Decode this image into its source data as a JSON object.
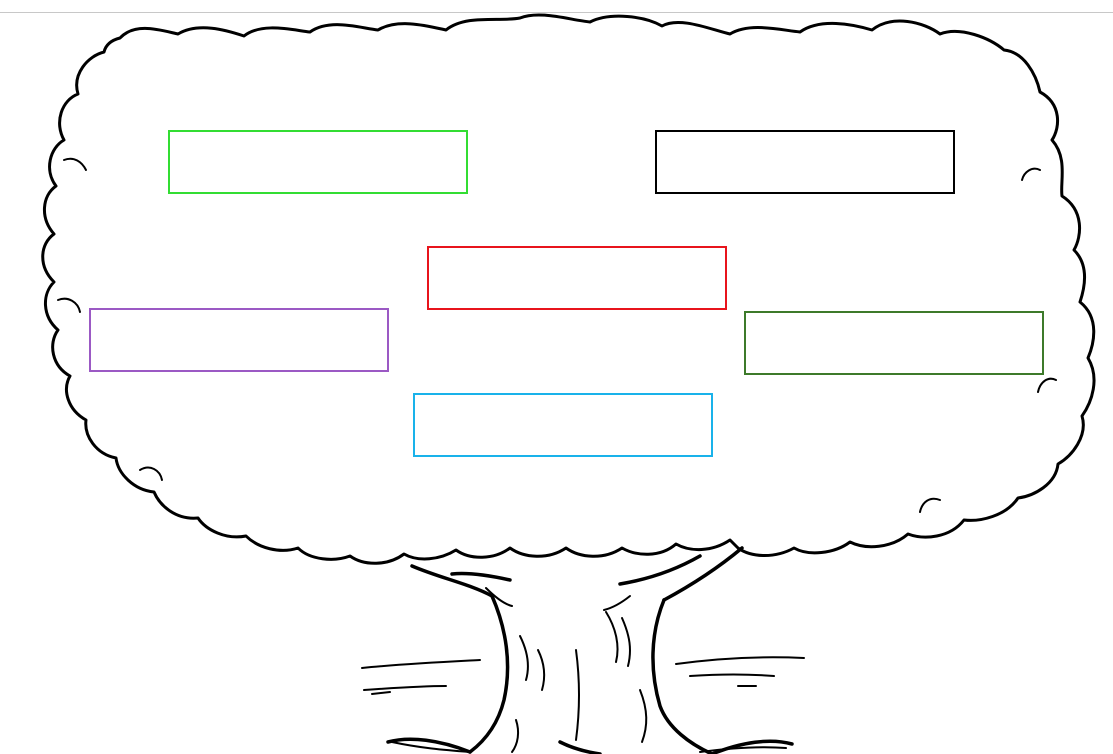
{
  "diagram": {
    "type": "blank-tree-diagram",
    "illustration": "tree-outline-icon",
    "label_boxes": [
      {
        "id": "box-1",
        "text": "",
        "border_color": "#33dd33"
      },
      {
        "id": "box-2",
        "text": "",
        "border_color": "#000000"
      },
      {
        "id": "box-3",
        "text": "",
        "border_color": "#e8141c"
      },
      {
        "id": "box-4",
        "text": "",
        "border_color": "#9b59c4"
      },
      {
        "id": "box-5",
        "text": "",
        "border_color": "#3d7a2a"
      },
      {
        "id": "box-6",
        "text": "",
        "border_color": "#19b2ea"
      }
    ]
  }
}
